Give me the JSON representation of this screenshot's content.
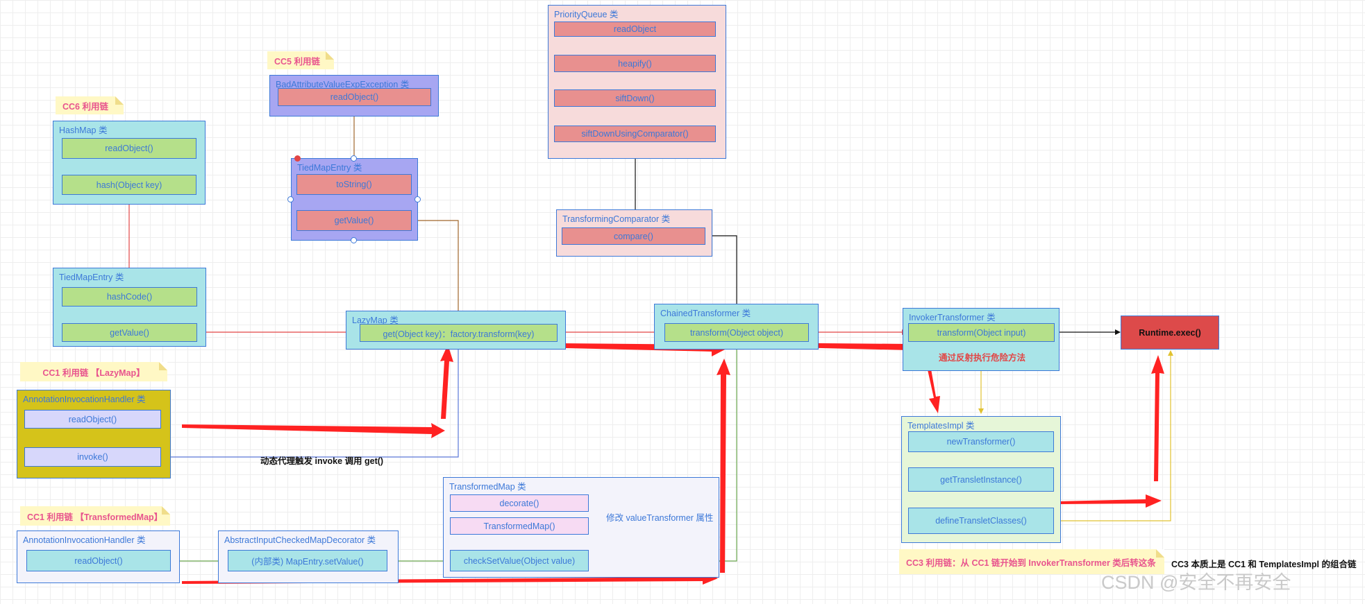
{
  "notes": {
    "cc5": "CC5 利用链",
    "cc6": "CC6 利用链",
    "cc1_lazy": "CC1 利用链 【LazyMap】",
    "cc1_tm": "CC1 利用链 【TransformedMap】",
    "cc3": "CC3 利用链：从 CC1 链开始到 InvokerTransformer 类后转这条"
  },
  "labels": {
    "proxy": "动态代理触发 invoke 调用 get()",
    "reflect": "通过反射执行危险方法",
    "modify": "修改 valueTransformer 属性",
    "cc3_desc": "CC3 本质上是 CC1 和 TemplatesImpl 的组合链",
    "watermark": "CSDN @安全不再安全"
  },
  "classes": {
    "hashmap": {
      "title": "HashMap 类",
      "methods": [
        "readObject()",
        "hash(Object key)"
      ]
    },
    "tiedmap_left": {
      "title": "TiedMapEntry 类",
      "methods": [
        "hashCode()",
        "getValue()"
      ]
    },
    "badattr": {
      "title": "BadAttributeValueExpException 类",
      "methods": [
        "readObject()"
      ]
    },
    "tiedmap_mid": {
      "title": "TiedMapEntry 类",
      "methods": [
        "toString()",
        "getValue()"
      ]
    },
    "lazymap": {
      "title": "LazyMap 类",
      "methods": [
        "get(Object key)：factory.transform(key)"
      ]
    },
    "aih1": {
      "title": "AnnotationInvocationHandler 类",
      "methods": [
        "readObject()",
        "invoke()"
      ]
    },
    "aih2": {
      "title": "AnnotationInvocationHandler 类",
      "methods": [
        "readObject()"
      ]
    },
    "aicmd": {
      "title": "AbstractInputCheckedMapDecorator 类",
      "methods": [
        "(内部类) MapEntry.setValue()"
      ]
    },
    "transformedmap": {
      "title": "TransformedMap 类",
      "methods": [
        "decorate()",
        "TransformedMap()",
        "checkSetValue(Object value)"
      ]
    },
    "pq": {
      "title": "PriorityQueue 类",
      "methods": [
        "readObject",
        "heapify()",
        "siftDown()",
        "siftDownUsingComparator()"
      ]
    },
    "tc": {
      "title": "TransformingComparator 类",
      "methods": [
        "compare()"
      ]
    },
    "chained": {
      "title": "ChainedTransformer 类",
      "methods": [
        "transform(Object object)"
      ]
    },
    "invoker": {
      "title": "InvokerTransformer 类",
      "methods": [
        "transform(Object input)"
      ]
    },
    "templates": {
      "title": "TemplatesImpl 类",
      "methods": [
        "newTransformer()",
        "getTransletInstance()",
        "defineTransletClasses()"
      ]
    },
    "runtime": {
      "title": "Runtime.exec()"
    }
  },
  "colors": {
    "cyan_box": "#a9e4e8",
    "green_method": "#b5e08a",
    "purple_box": "#a7a6f2",
    "salmon_method": "#e8908f",
    "pink_box": "#f7dbdb",
    "olive_box": "#d5c31a",
    "lilac_method": "#d7d7fb",
    "light_box": "#f3f3fb",
    "pink_method": "#f7dbf3",
    "mint_box": "#e6f6d8",
    "runtime": "#dd4a4a",
    "note_bg": "#fff8c5",
    "note_text": "#e8548e",
    "red_line": "#e24545",
    "brown_line": "#a0662b",
    "blue_line": "#5b78d8",
    "green_line": "#6aa84f",
    "yellow_line": "#e1c230",
    "big_arrow": "#ff2222"
  }
}
